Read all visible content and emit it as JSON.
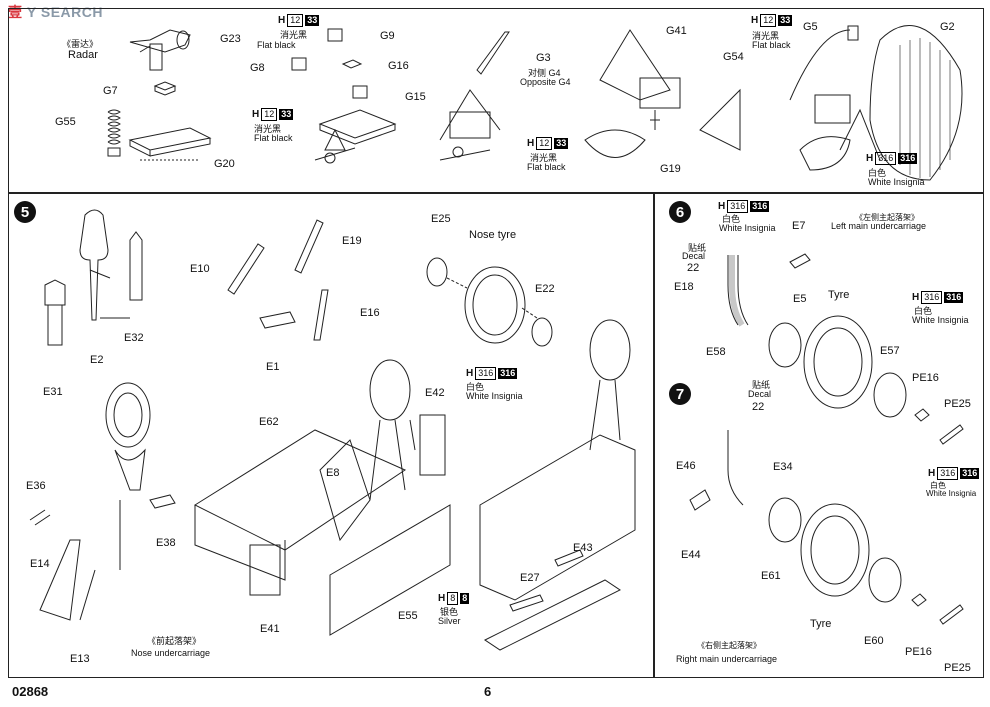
{
  "watermark": {
    "mark": "壹",
    "sub": "Y",
    "brand": "SEARCH"
  },
  "footer": {
    "code": "02868",
    "page": "6"
  },
  "top": {
    "radar_zh": "《雷达》",
    "radar_en": "Radar",
    "parts": [
      "G23",
      "G9",
      "G8",
      "G16",
      "G7",
      "G15",
      "G55",
      "G20",
      "G3",
      "G41",
      "G54",
      "G19",
      "G5",
      "G2"
    ],
    "opp_zh": "对侧 G4",
    "opp_en": "Opposite G4",
    "h": "H",
    "n12": "12",
    "n33": "33",
    "flat_zh": "消光黑",
    "flat_en": "Flat black",
    "n316": "316",
    "white_zh": "白色",
    "white_en": "White Insignia"
  },
  "s5": {
    "step": "5",
    "parts": [
      "E2",
      "E32",
      "E31",
      "E10",
      "E19",
      "E16",
      "E1",
      "E25",
      "E22",
      "E42",
      "E62",
      "E8",
      "E36",
      "E38",
      "E14",
      "E13",
      "E41",
      "E55",
      "E27",
      "E43"
    ],
    "nose_tyre": "Nose tyre",
    "h": "H",
    "n316": "316",
    "white_zh": "白色",
    "white_en": "White Insignia",
    "n8": "8",
    "silver_zh": "银色",
    "silver_en": "Silver",
    "nose_zh": "《前起落架》",
    "nose_en": "Nose undercarriage"
  },
  "s6": {
    "step": "6",
    "h": "H",
    "n316": "316",
    "white_zh": "白色",
    "white_en": "White Insignia",
    "left_zh": "《左侧主起落架》",
    "left_en": "Left main undercarriage",
    "decal_zh": "贴纸",
    "decal_en": "Decal",
    "decal_no": "22",
    "parts": [
      "E7",
      "E18",
      "E5",
      "Tyre",
      "E58",
      "E57",
      "PE16",
      "PE25"
    ]
  },
  "s7": {
    "step": "7",
    "decal_zh": "贴纸",
    "decal_en": "Decal",
    "decal_no": "22",
    "parts": [
      "E46",
      "E34",
      "E44",
      "E61",
      "Tyre",
      "E60",
      "PE16",
      "PE25"
    ],
    "h": "H",
    "n316": "316",
    "white_zh": "白色",
    "white_en": "White Insignia",
    "right_zh": "《右侧主起落架》",
    "right_en": "Right main undercarriage"
  }
}
